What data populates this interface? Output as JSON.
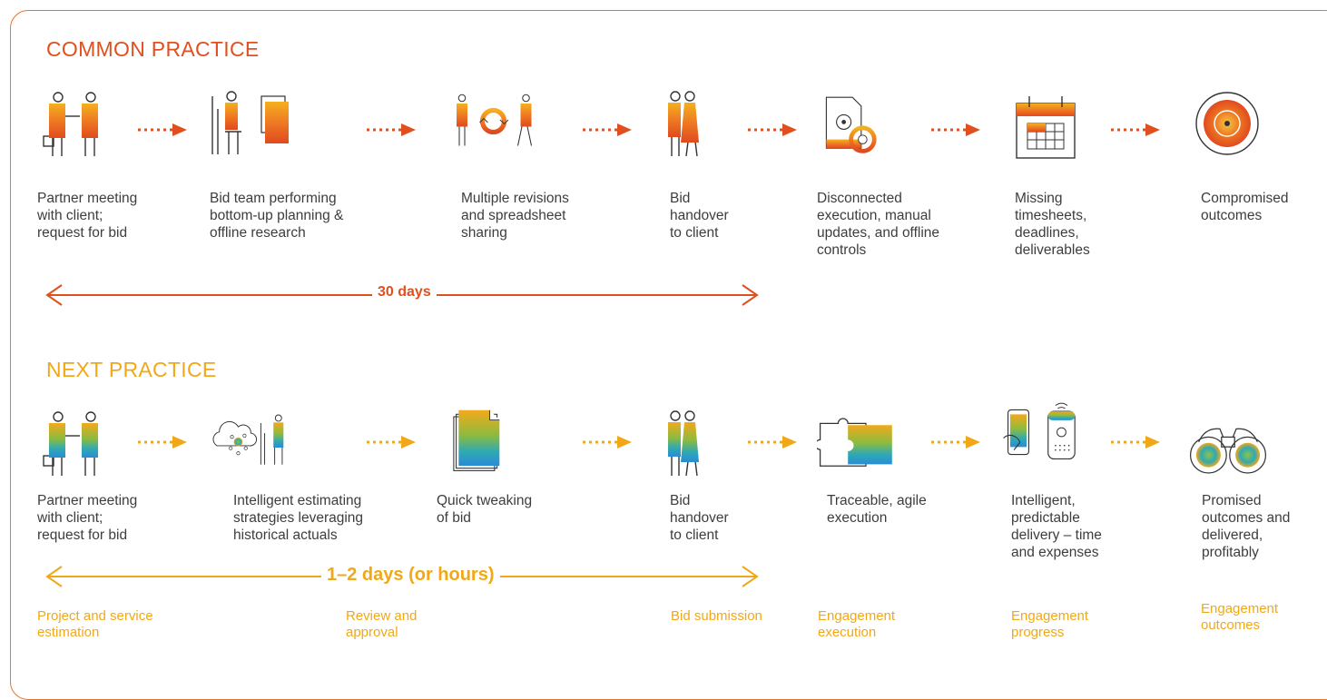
{
  "colors": {
    "frame": "#e8762d",
    "common": "#e0501f",
    "next": "#f0a818",
    "text": "#3d3d3d"
  },
  "common": {
    "title": "COMMON PRACTICE",
    "steps": [
      {
        "icon": "meeting-people-icon",
        "label": [
          "Partner meeting",
          "with client;",
          "request for bid"
        ]
      },
      {
        "icon": "desk-documents-icon",
        "label": [
          "Bid team performing",
          "bottom-up planning &",
          "offline research"
        ]
      },
      {
        "icon": "revision-cycle-icon",
        "label": [
          "Multiple revisions",
          "and spreadsheet",
          "sharing"
        ]
      },
      {
        "icon": "handshake-icon",
        "label": [
          "Bid",
          "handover",
          "to client"
        ]
      },
      {
        "icon": "document-gears-icon",
        "label": [
          "Disconnected",
          "execution, manual",
          "updates, and offline",
          "controls"
        ]
      },
      {
        "icon": "calendar-icon",
        "label": [
          "Missing",
          "timesheets,",
          "deadlines,",
          "deliverables"
        ]
      },
      {
        "icon": "target-icon",
        "label": [
          "Compromised",
          "outcomes"
        ]
      }
    ],
    "span": "30 days"
  },
  "next": {
    "title": "NEXT PRACTICE",
    "steps": [
      {
        "icon": "meeting-people-icon",
        "label": [
          "Partner meeting",
          "with client;",
          "request for bid"
        ]
      },
      {
        "icon": "cloud-network-icon",
        "label": [
          "Intelligent estimating",
          "strategies leveraging",
          "historical actuals"
        ]
      },
      {
        "icon": "document-stack-icon",
        "label": [
          "Quick tweaking",
          "of bid"
        ]
      },
      {
        "icon": "handshake-icon",
        "label": [
          "Bid",
          "handover",
          "to client"
        ]
      },
      {
        "icon": "puzzle-icon",
        "label": [
          "Traceable, agile",
          "execution"
        ]
      },
      {
        "icon": "phone-speaker-icon",
        "label": [
          "Intelligent,",
          "predictable",
          "delivery – time",
          "and expenses"
        ]
      },
      {
        "icon": "binoculars-icon",
        "label": [
          "Promised",
          "outcomes and",
          "delivered,",
          "profitably"
        ]
      }
    ],
    "span": "1–2 days (or hours)",
    "phases": [
      [
        "Project and service",
        "estimation"
      ],
      [
        "Review and",
        "approval"
      ],
      [
        "Bid submission"
      ],
      [
        "Engagement",
        "execution"
      ],
      [
        "Engagement",
        "progress"
      ],
      [
        "Engagement",
        "outcomes"
      ]
    ]
  }
}
